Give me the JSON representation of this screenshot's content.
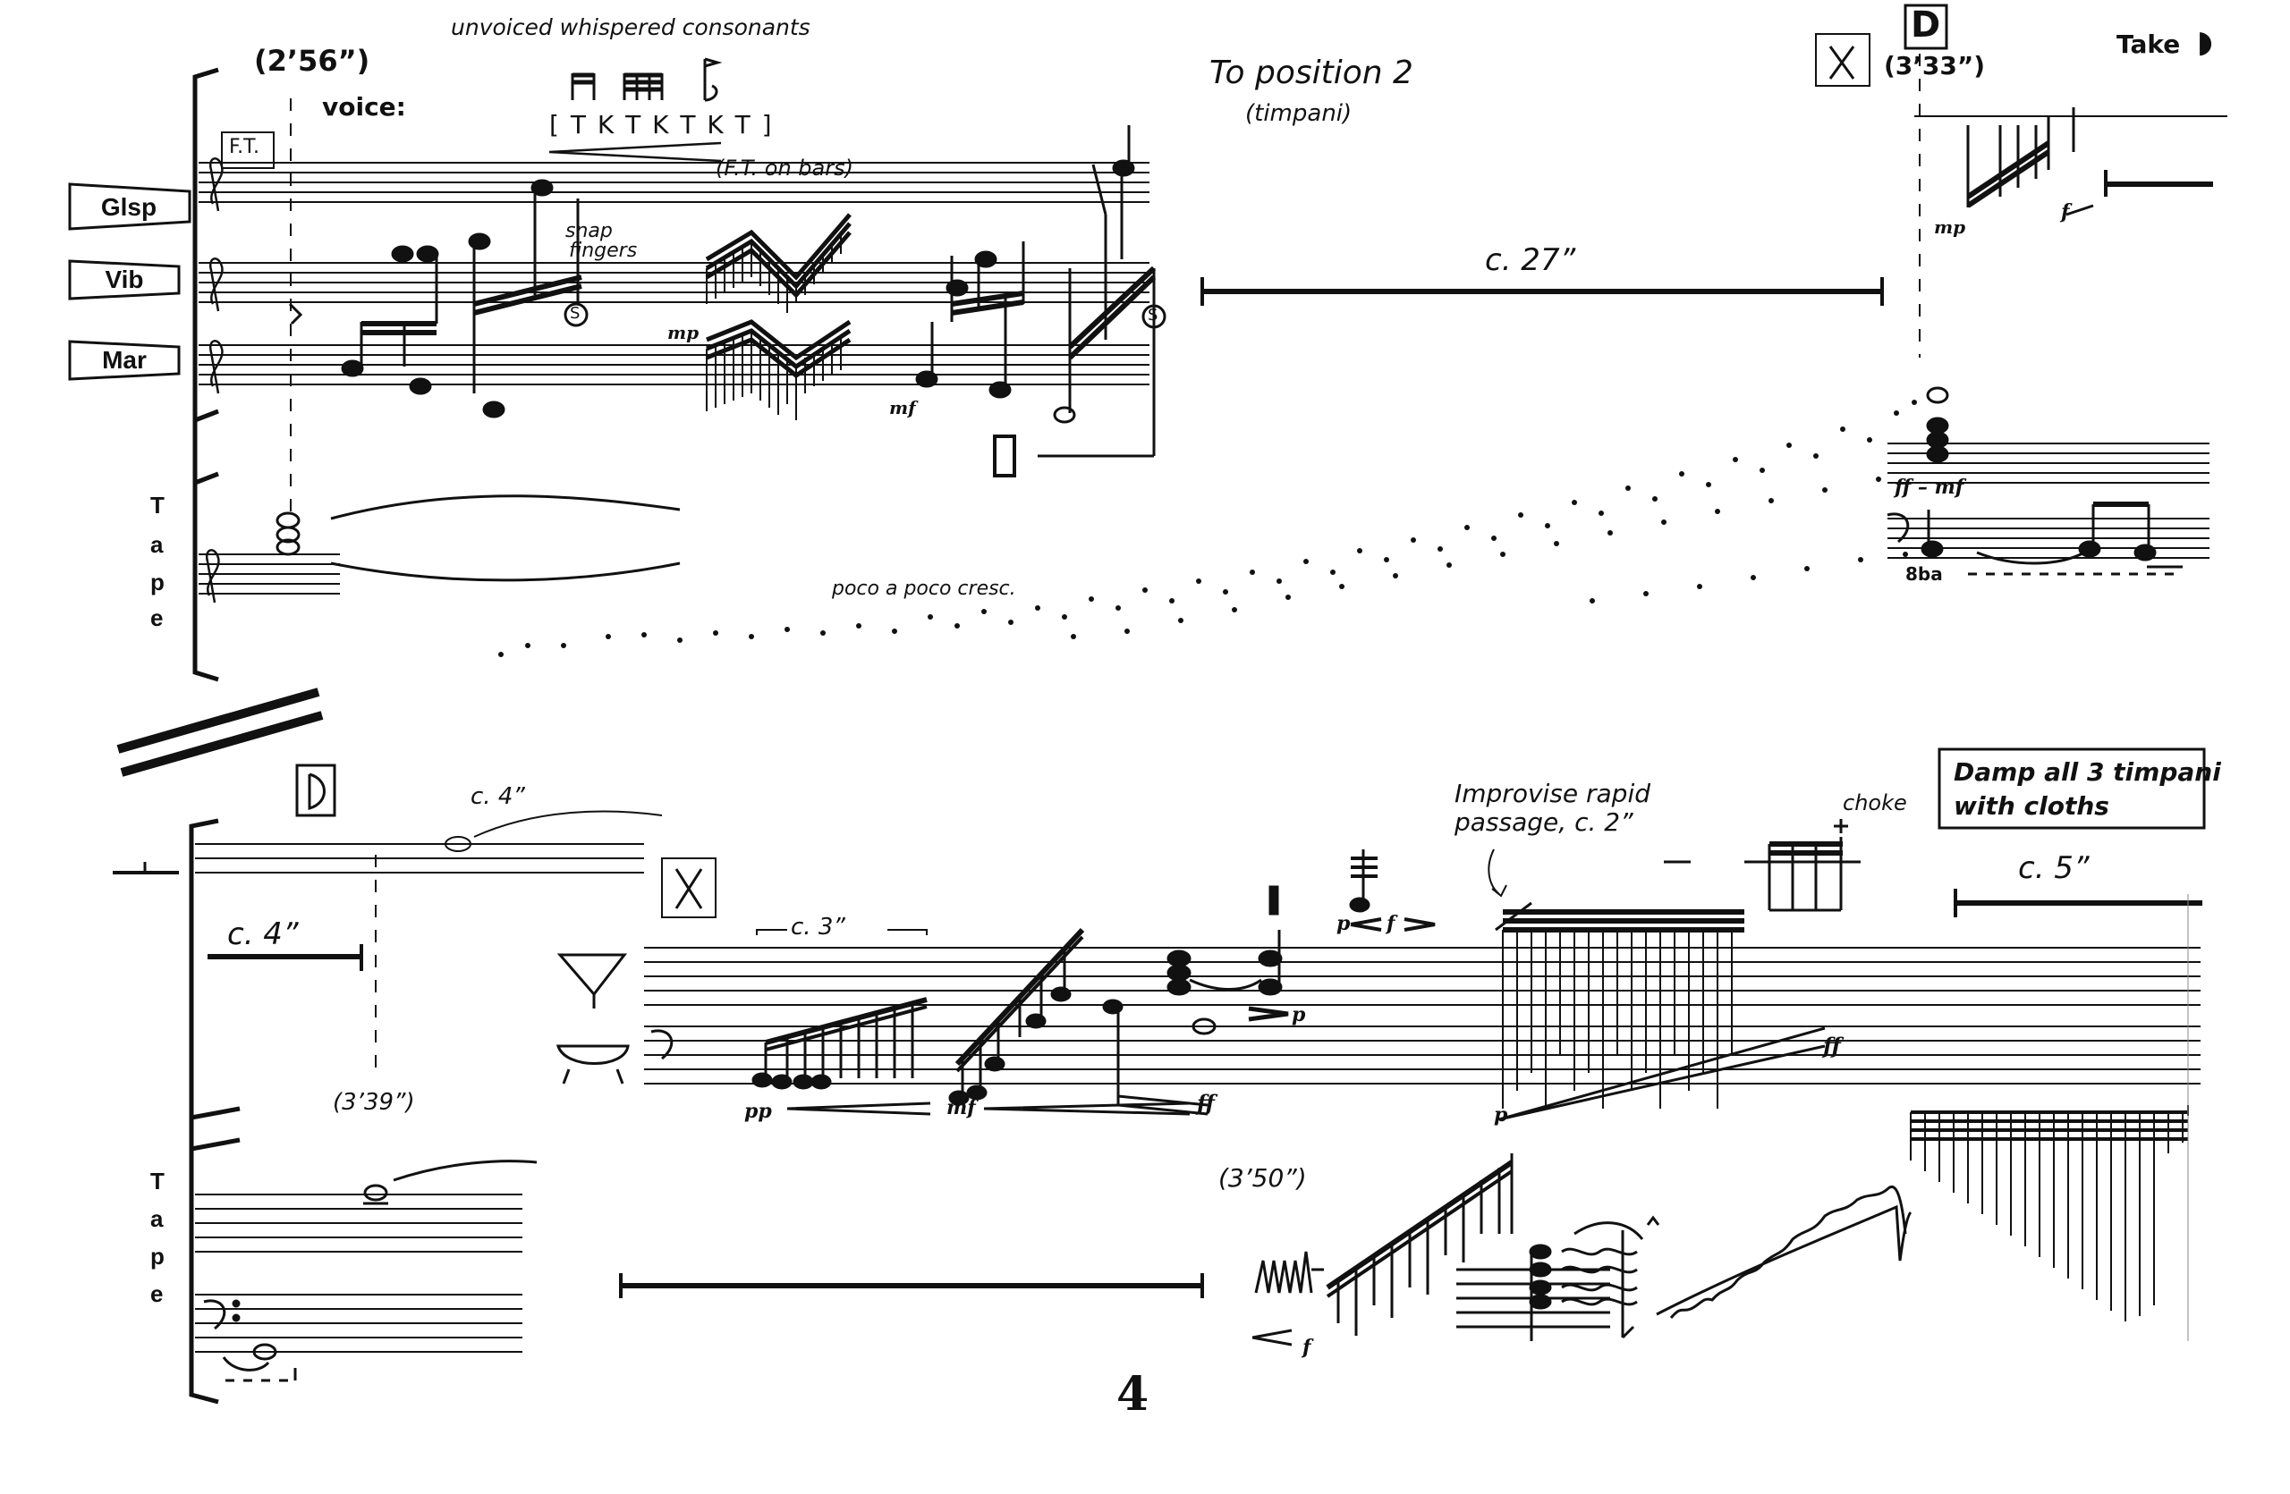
{
  "page": {
    "number": "4"
  },
  "system1": {
    "timecode_start": "(2’56”)",
    "voice_label": "voice:",
    "voice_direction": "unvoiced whispered consonants",
    "voice_syllables": "[ T K T K T K T ]",
    "ft_box": "F.T.",
    "ft_on_bars": "(F.T. on bars)",
    "snap_fingers": [
      "snap",
      "fingers"
    ],
    "snap_marks": [
      "S",
      "S"
    ],
    "to_position": "To position 2",
    "to_position_sub": "(timpani)",
    "duration": "c. 27”",
    "rehearsal": "D",
    "timecode_d": "(3’33”)",
    "take_label": "Take",
    "instruments": [
      {
        "label": "Glsp"
      },
      {
        "label": "Vib"
      },
      {
        "label": "Mar"
      }
    ],
    "tape_label": [
      "T",
      "a",
      "p",
      "e"
    ],
    "poco_a_poco": "poco a poco cresc.",
    "ottava": "8ba",
    "dynamics": {
      "mp1": "mp",
      "mf1": "mf",
      "mp2": "mp",
      "f1": "f",
      "ff_mf": "ff – mf"
    }
  },
  "system2": {
    "duration_top": "c. 4”",
    "duration_left": "c. 4”",
    "timecode_mid": "(3’39”)",
    "bracket_duration": "c. 3”",
    "improvise": [
      "Improvise rapid",
      "passage, c. 2”"
    ],
    "choke": "choke",
    "damp_box": [
      "Damp all 3 timpani",
      "with cloths"
    ],
    "duration_right": "c. 5”",
    "timecode_bottom": "(3’50”)",
    "tape_label": [
      "T",
      "a",
      "p",
      "e"
    ],
    "dynamics": {
      "pp": "pp",
      "mf": "mf",
      "ff1": "ff",
      "p1": "p",
      "f_hair": "f",
      "p2": "p",
      "p3": "p",
      "ff2": "ff",
      "f_bottom": "f"
    }
  }
}
